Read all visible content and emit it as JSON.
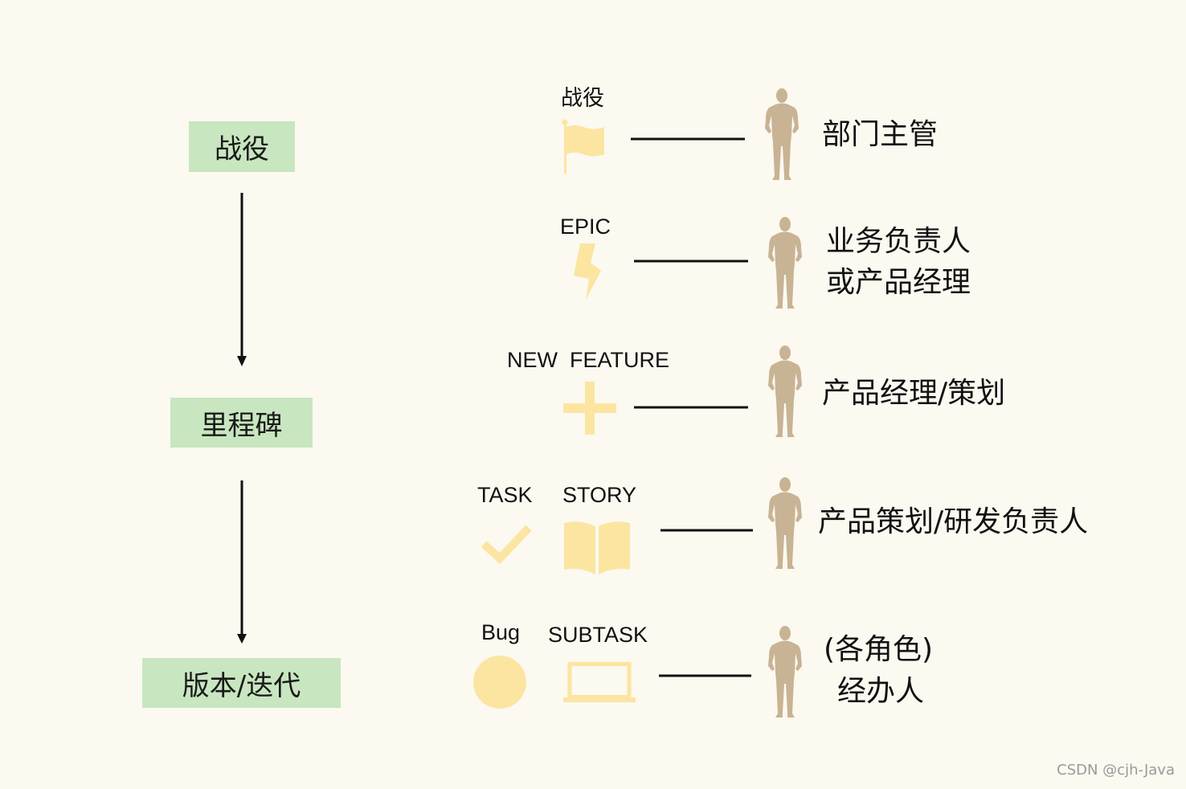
{
  "flow": {
    "steps": [
      {
        "label": "战役"
      },
      {
        "label": "里程碑"
      },
      {
        "label": "版本/迭代"
      }
    ]
  },
  "rows": [
    {
      "types": [
        {
          "label": "战役",
          "icon": "flag-icon"
        }
      ],
      "role": [
        "部门主管"
      ],
      "person_icon": "person-icon"
    },
    {
      "types": [
        {
          "label": "EPIC",
          "icon": "lightning-icon"
        }
      ],
      "role": [
        "业务负责人",
        "或产品经理"
      ],
      "person_icon": "person-icon"
    },
    {
      "types": [
        {
          "label": "NEW  FEATURE",
          "icon": "plus-icon"
        }
      ],
      "role": [
        "产品经理/策划"
      ],
      "person_icon": "person-icon"
    },
    {
      "types": [
        {
          "label": "TASK",
          "icon": "checkmark-icon"
        },
        {
          "label": "STORY",
          "icon": "book-icon"
        }
      ],
      "role": [
        "产品策划/研发负责人"
      ],
      "person_icon": "person-icon"
    },
    {
      "types": [
        {
          "label": "Bug",
          "icon": "circle-icon"
        },
        {
          "label": "SUBTASK",
          "icon": "laptop-icon"
        }
      ],
      "role": [
        "(各角色)",
        "经办人"
      ],
      "person_icon": "person-icon"
    }
  ],
  "watermark": "CSDN @cjh-Java",
  "colors": {
    "background": "#fbf9f0",
    "step_box": "#c8e6bf",
    "icon_yellow": "#fbe5a1",
    "person": "#c8b394",
    "line": "#111111"
  }
}
